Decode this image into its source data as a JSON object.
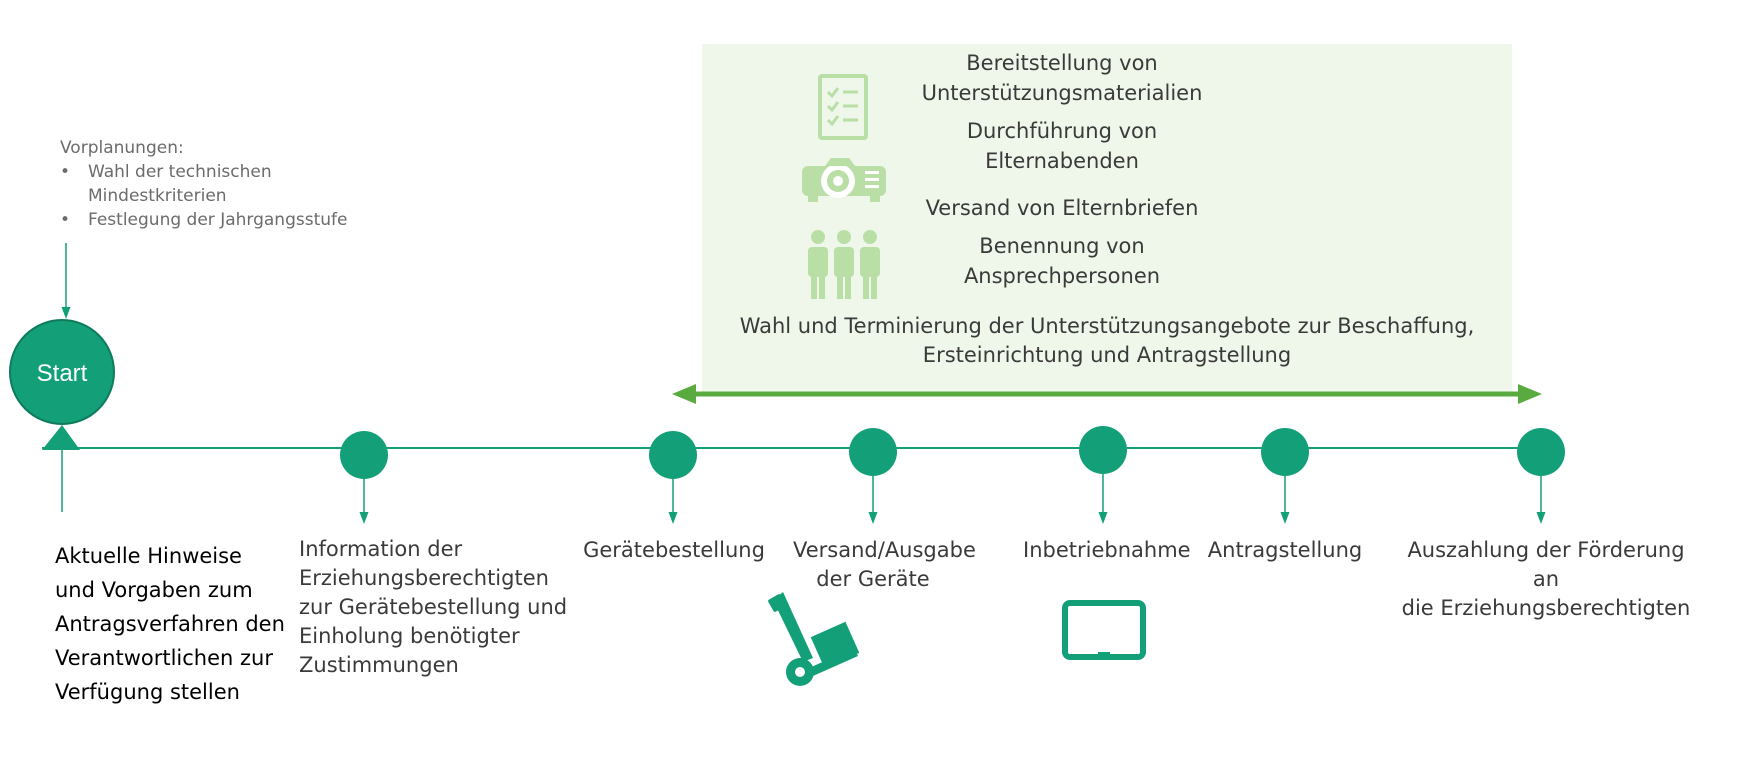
{
  "colors": {
    "primary": "#13a078",
    "arrow": "#5aab3f",
    "panel_bg": "#eef7ea",
    "icon_light": "#b9dea6"
  },
  "start_label": "Start",
  "preplanning": {
    "heading": "Vorplanungen:",
    "items": [
      "Wahl der technischen Mindestkriterien",
      "Festlegung der Jahrgangsstufe"
    ]
  },
  "support_panel": {
    "items": [
      {
        "text": "Bereitstellung von\nUnterstützungsmaterialien",
        "icon": "checklist-icon"
      },
      {
        "text": "Durchführung von\nElternabenden",
        "icon": "projector-icon"
      },
      {
        "text": "Versand von Elternbriefen",
        "icon": ""
      },
      {
        "text": "Benennung von\nAnsprechpersonen",
        "icon": "people-group-icon"
      }
    ],
    "summary": "Wahl und Terminierung der Unterstützungsangebote zur Beschaffung,\nErsteinrichtung und Antragstellung"
  },
  "steps": [
    {
      "label": "Aktuelle Hinweise\nund Vorgaben zum\nAntragsverfahren den\nVerantwortlichen zur\nVerfügung stellen"
    },
    {
      "label": "Information der\nErziehungsberechtigten\nzur Gerätebestellung und\nEinholung benötigter\nZustimmungen"
    },
    {
      "label": "Gerätebestellung"
    },
    {
      "label": "Versand/Ausgabe\nder Geräte",
      "icon": "hand-truck-icon"
    },
    {
      "label": "Inbetriebnahme",
      "icon": "tablet-icon"
    },
    {
      "label": "Antragstellung"
    },
    {
      "label": "Auszahlung der Förderung an\ndie Erziehungsberechtigten"
    }
  ]
}
